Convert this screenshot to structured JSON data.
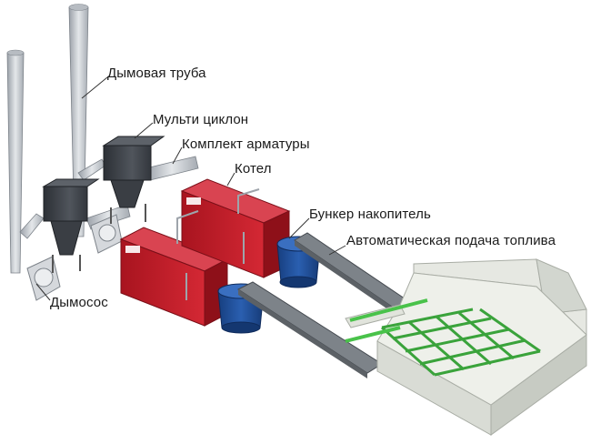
{
  "labels": {
    "chimney": "Дымовая труба",
    "multicyclone": "Мульти циклон",
    "fittings_kit": "Комплект арматуры",
    "boiler": "Котел",
    "storage_bunker": "Бункер накопитель",
    "auto_feed": "Автоматическая подача топлива",
    "smoke_exhauster": "Дымосос"
  },
  "colors": {
    "boiler_red": "#c8202c",
    "bunker_blue": "#1f4f9c",
    "conveyor_green": "#49c24a",
    "steel": "#c8ccd2",
    "cyclone_dark": "#3c4046",
    "concrete": "#e6e8e2"
  }
}
